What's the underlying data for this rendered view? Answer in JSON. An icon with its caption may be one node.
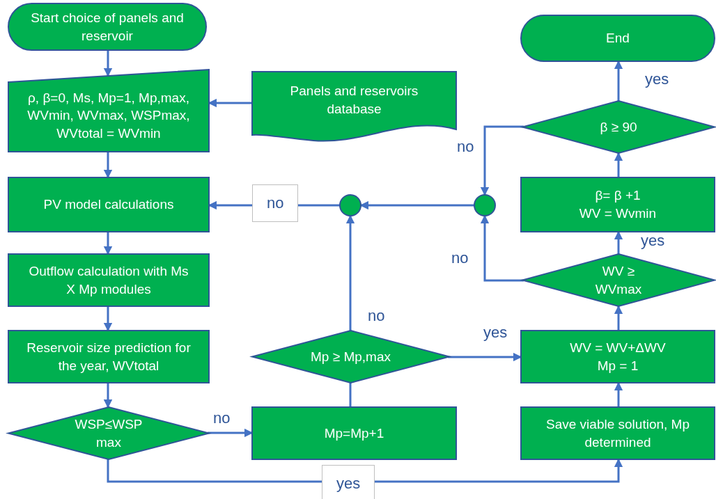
{
  "diagram": {
    "nodes": [
      {
        "text": [
          "Start choice of panels and reservoir"
        ]
      },
      {
        "text": [
          "ρ, β=0, Ms, Mp=1, Mp,max, WVmin, WVmax, WSPmax, WVtotal = WVmin"
        ]
      },
      {
        "text": [
          "Panels and reservoirs database"
        ]
      },
      {
        "text": [
          "PV model calculations"
        ]
      },
      {
        "text": [
          "Outflow calculation with Ms  X Mp modules"
        ]
      },
      {
        "text": [
          "Reservoir size prediction for the year, WVtotal"
        ]
      },
      {
        "text": [
          "WSP≤WSP max"
        ]
      },
      {
        "text": [
          "Mp=Mp+1"
        ]
      },
      {
        "text": [
          "Mp ≥ Mp,max"
        ]
      },
      {
        "text": [],
        "shape": "circle"
      },
      {
        "text": [],
        "shape": "circle"
      },
      {
        "text": [
          "Save viable solution, Mp determined"
        ]
      },
      {
        "text": [
          "WV = WV+ΔWV",
          "Mp = 1"
        ]
      },
      {
        "text": [
          "WV ≥ WVmax"
        ]
      },
      {
        "text": [
          "β= β +1",
          "WV = Wvmin"
        ]
      },
      {
        "text": [
          "β ≥ 90"
        ]
      },
      {
        "text": [
          "End"
        ]
      }
    ],
    "edges": [
      {
        "from": 0,
        "to": 1,
        "arrow": "to"
      },
      {
        "from": 2,
        "to": 1,
        "arrow": "to"
      },
      {
        "from": 1,
        "to": 3,
        "arrow": "to"
      },
      {
        "from": 3,
        "to": 4,
        "arrow": "to"
      },
      {
        "from": 4,
        "to": 5,
        "arrow": "to"
      },
      {
        "from": 5,
        "to": 6,
        "arrow": "to"
      },
      {
        "from": 6,
        "to": 7,
        "arrow": "to",
        "label": "no"
      },
      {
        "from": 6,
        "to": 11,
        "arrow": "to",
        "label": "yes"
      },
      {
        "from": 7,
        "to": 8,
        "arrow": "to"
      },
      {
        "from": 8,
        "to": 9,
        "arrow": "to",
        "label": "no"
      },
      {
        "from": 8,
        "to": 12,
        "arrow": "to",
        "label": "yes"
      },
      {
        "from": 9,
        "to": 3,
        "arrow": "to",
        "label": "no"
      },
      {
        "from": 10,
        "to": 9,
        "arrow": "to"
      },
      {
        "from": 11,
        "to": 12,
        "arrow": "to"
      },
      {
        "from": 12,
        "to": 13,
        "arrow": "to"
      },
      {
        "from": 13,
        "to": 14,
        "arrow": "to",
        "label": "yes"
      },
      {
        "from": 13,
        "to": 10,
        "arrow": "to",
        "label": "no"
      },
      {
        "from": 14,
        "to": 15,
        "arrow": "to"
      },
      {
        "from": 15,
        "to": 16,
        "arrow": "to",
        "label": "yes"
      },
      {
        "from": 15,
        "to": 10,
        "arrow": "to",
        "label": "no"
      }
    ]
  }
}
